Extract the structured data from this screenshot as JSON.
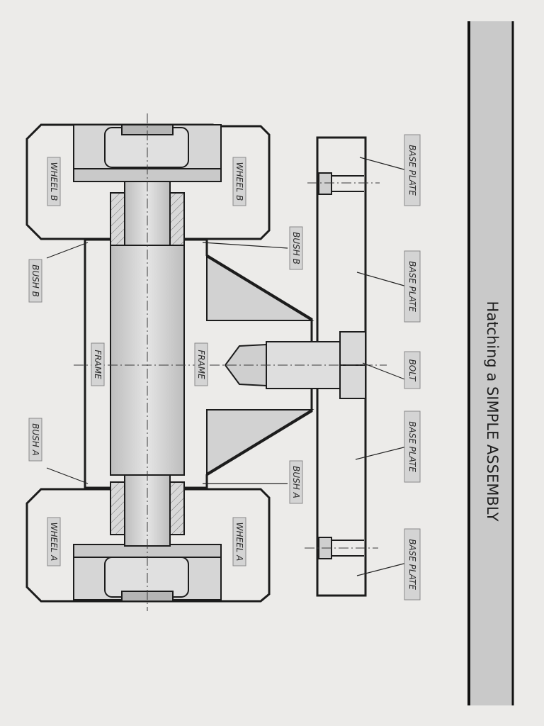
{
  "title": "Hatching a SIMPLE ASSEMBLY",
  "labels": {
    "wheel_b_outer": "WHEEL B",
    "wheel_b_inner": "WHEEL B",
    "wheel_a_outer": "WHEEL A",
    "wheel_a_inner": "WHEEL A",
    "bush_b_left": "BUSH B",
    "bush_b_right": "BUSH B",
    "bush_a_left": "BUSH A",
    "bush_a_right": "BUSH A",
    "frame_left": "FRAME",
    "frame_center": "FRAME",
    "base_plate_1": "BASE PLATE",
    "base_plate_2": "BASE PLATE",
    "base_plate_3": "BASE PLATE",
    "base_plate_4": "BASE PLATE",
    "bolt": "BOLT"
  }
}
